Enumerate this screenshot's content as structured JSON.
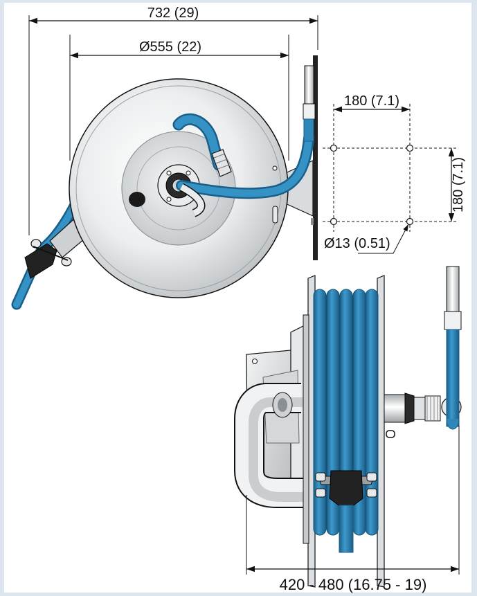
{
  "dimensions": {
    "overall_width": "732 (29)",
    "drum_diameter": "Ø555 (22)",
    "hole_spacing_horizontal": "180 (7.1)",
    "hole_spacing_vertical": "180 (7.1)",
    "hole_diameter": "Ø13 (0.51)",
    "depth_range": "420 - 480 (16.75 - 19)"
  },
  "colors": {
    "background": "#dde6ee",
    "panel": "#ffffff",
    "hose": "#2f86b8",
    "hose_dark": "#1a5f88",
    "metal": "#d8dadc",
    "rubber": "#222222",
    "line": "#111111"
  }
}
